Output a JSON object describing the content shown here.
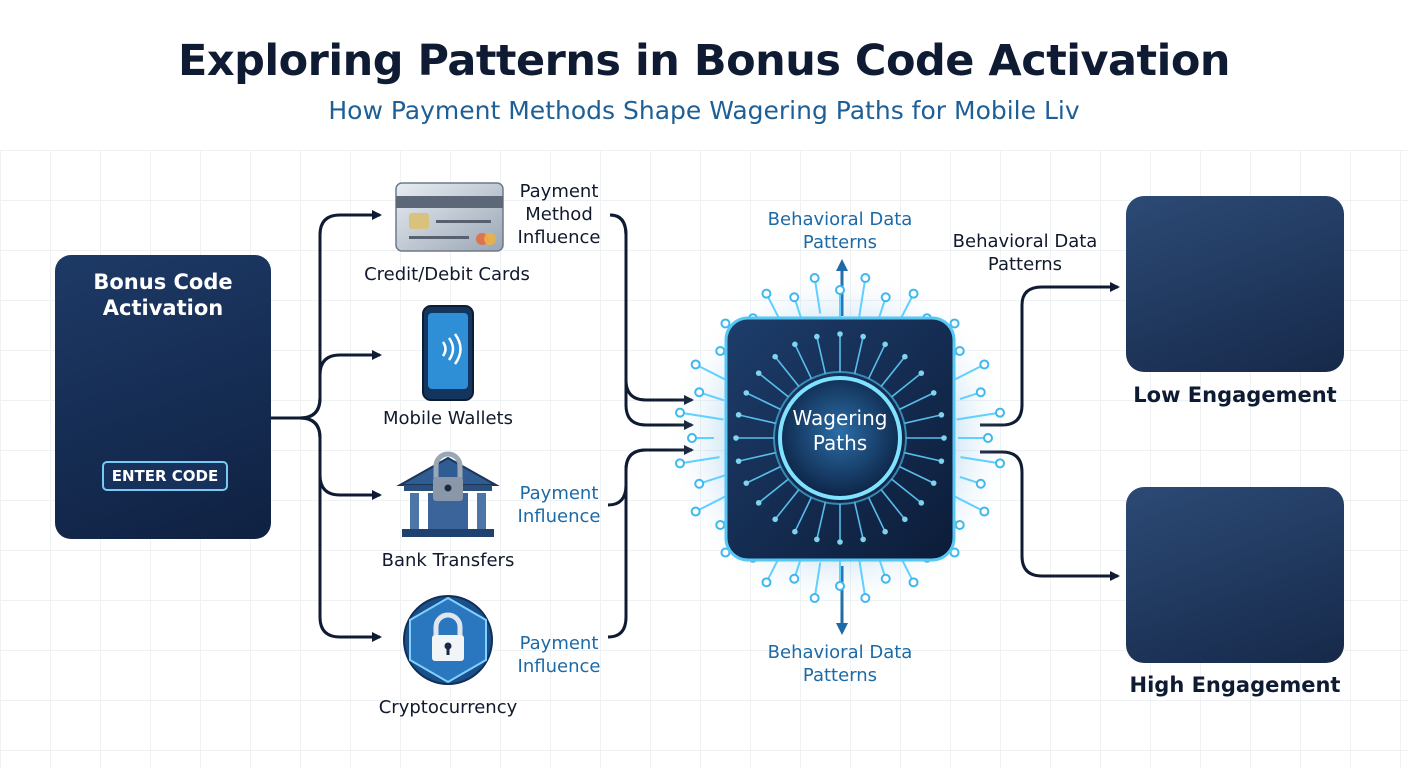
{
  "header": {
    "title": "Exploring Patterns in Bonus Code Activation",
    "subtitle": "How Payment Methods Shape Wagering Paths for Mobile Liv"
  },
  "source": {
    "title": "Bonus Code Activation",
    "button_label": "ENTER CODE"
  },
  "payment_methods": [
    {
      "label": "Credit/Debit Cards",
      "icon": "credit-card-icon"
    },
    {
      "label": "Mobile Wallets",
      "icon": "smartphone-nfc-icon"
    },
    {
      "label": "Bank Transfers",
      "icon": "bank-lock-icon"
    },
    {
      "label": "Cryptocurrency",
      "icon": "crypto-lock-icon"
    }
  ],
  "influence_labels": {
    "top": "Payment Method Influence",
    "middle": "Payment Influence",
    "bottom": "Payment Influence"
  },
  "hub": {
    "label": "Wagering Paths",
    "behavior_top": "Behavioral Data Patterns",
    "behavior_bottom": "Behavioral Data Patterns",
    "behavior_right": "Behavioral Data Patterns"
  },
  "outcomes": [
    {
      "label": "Low Engagement",
      "icon": "low-engagement-icon"
    },
    {
      "label": "High Engagement",
      "icon": "high-engagement-icon"
    }
  ],
  "colors": {
    "navy": "#0f1b33",
    "accent_blue": "#1c6aa6",
    "cyan_glow": "#4fd2ff",
    "arrow_orange": "#f08a24"
  }
}
